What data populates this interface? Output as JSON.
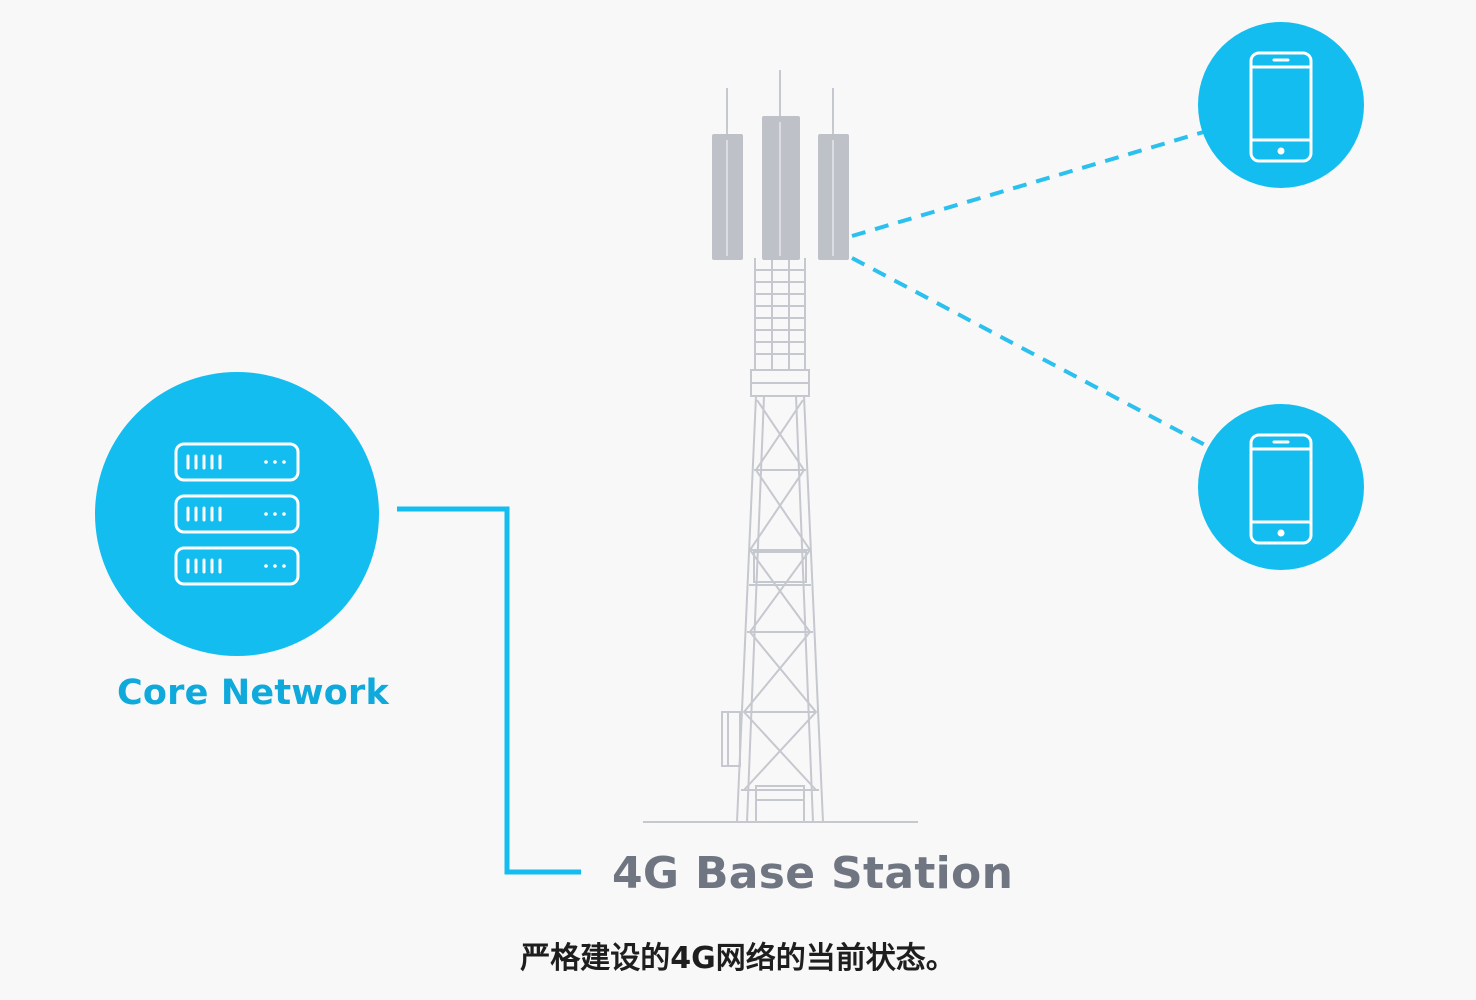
{
  "diagram": {
    "core_network_label": "Core Network",
    "base_station_label": "4G Base Station",
    "caption": "严格建设的4G网络的当前状态。",
    "icons": {
      "core": "server-stack-icon",
      "tower": "cell-tower-icon",
      "device_top": "smartphone-icon",
      "device_bottom": "smartphone-icon"
    },
    "colors": {
      "accent": "#13bdef",
      "accent_text": "#0fa9dc",
      "tower": "#c6c8cf",
      "tower_panel": "#bfc1c9",
      "station_text": "#707582",
      "caption_text": "#1e1e1e",
      "background": "#f8f8f8"
    }
  }
}
